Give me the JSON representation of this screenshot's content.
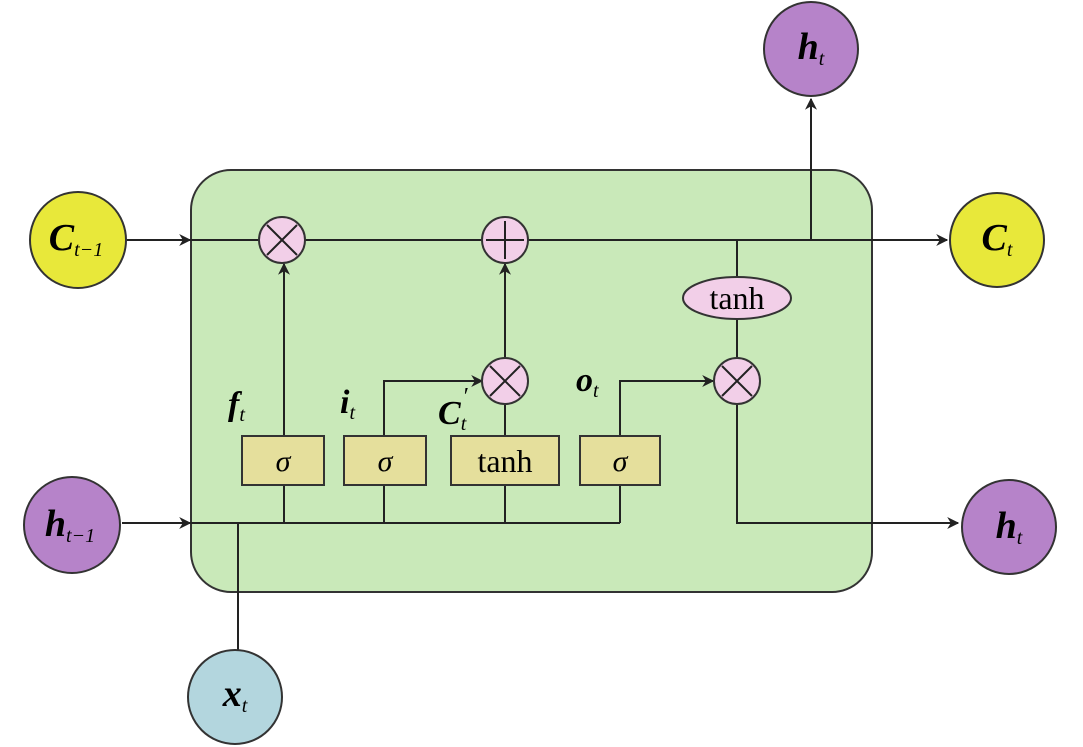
{
  "cell": {
    "fill": "#c9e9b9",
    "stroke": "#333333"
  },
  "nodes": {
    "c_prev": {
      "main": "C",
      "sub": "t−1",
      "color": "#e8e83a"
    },
    "c_next": {
      "main": "C",
      "sub": "t",
      "color": "#e8e83a"
    },
    "h_prev": {
      "main": "h",
      "sub": "t−1",
      "color": "#b683c9"
    },
    "h_out_top": {
      "main": "h",
      "sub": "t",
      "color": "#b683c9"
    },
    "h_out_right": {
      "main": "h",
      "sub": "t",
      "color": "#b683c9"
    },
    "x_in": {
      "main": "x",
      "sub": "t",
      "color": "#b3d6de"
    }
  },
  "gates": {
    "forget": {
      "symbol": "σ",
      "label_main": "f",
      "label_sub": "t"
    },
    "input": {
      "symbol": "σ",
      "label_main": "i",
      "label_sub": "t"
    },
    "candidate": {
      "symbol": "tanh",
      "label_main": "C",
      "label_sub": "t",
      "label_prime": "′"
    },
    "output": {
      "symbol": "σ",
      "label_main": "o",
      "label_sub": "t"
    },
    "box_fill": "#e5df9c"
  },
  "operators": {
    "multiply_symbol": "×",
    "add_symbol": "+",
    "tanh_label": "tanh",
    "fill": "#f2cfe8"
  }
}
